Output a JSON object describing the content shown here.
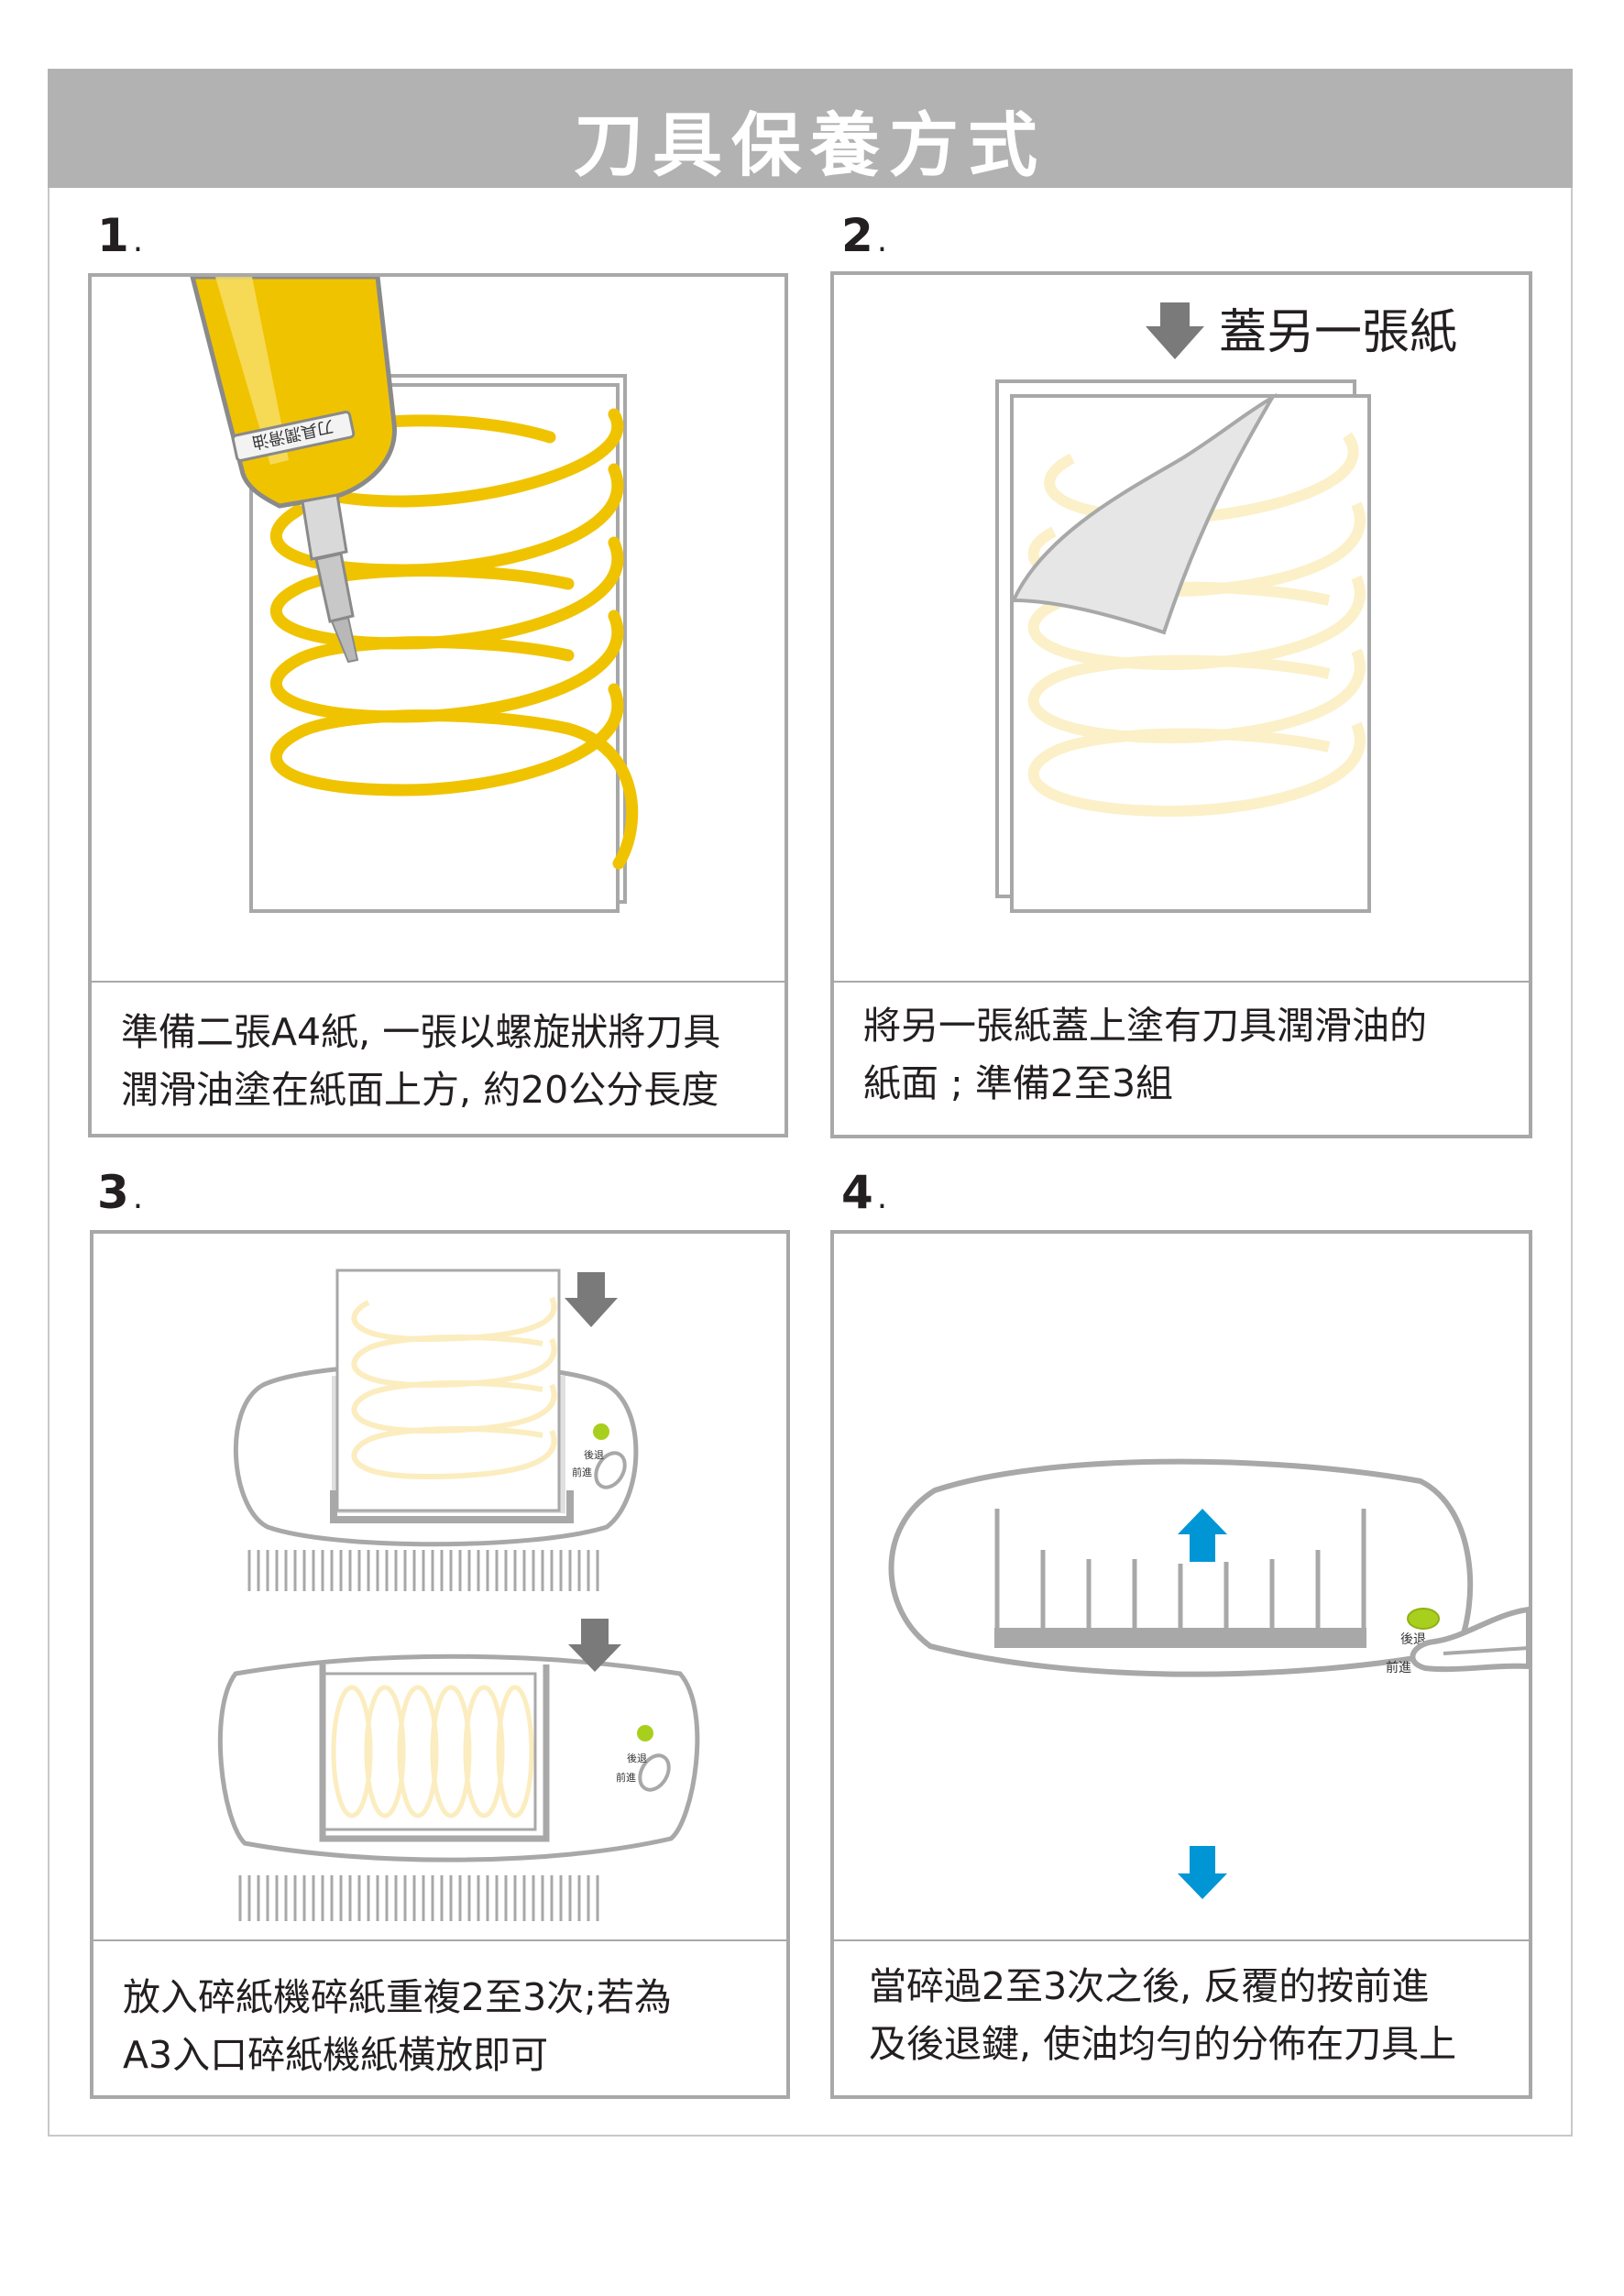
{
  "title": "刀具保養方式",
  "colors": {
    "oil": "#f0c300",
    "oil_faded": "#fbf0c8",
    "gray_frame": "#a8a8a8",
    "arrow_gray": "#7a7a7a",
    "arrow_blue": "#0096d6",
    "led": "#a8cf1e"
  },
  "steps": [
    {
      "number": "1",
      "caption": [
        "準備二張A4紙, 一張以螺旋狀將刀具",
        "潤滑油塗在紙面上方, 約20公分長度"
      ],
      "bottle_label": "刀具潤滑油"
    },
    {
      "number": "2",
      "annotation": "蓋另一張紙",
      "annotation_icon": "arrow-down-icon",
      "caption": [
        "將另一張紙蓋上塗有刀具潤滑油的",
        "紙面 ; 準備2至3組"
      ]
    },
    {
      "number": "3",
      "caption": [
        "放入碎紙機碎紙重複2至3次;若為",
        "A3入口碎紙機紙橫放即可"
      ],
      "button_labels": {
        "reverse": "後退",
        "forward": "前進"
      }
    },
    {
      "number": "4",
      "caption": [
        "當碎過2至3次之後, 反覆的按前進",
        "及後退鍵, 使油均勻的分佈在刀具上"
      ],
      "button_labels": {
        "reverse": "後退",
        "forward": "前進"
      }
    }
  ]
}
